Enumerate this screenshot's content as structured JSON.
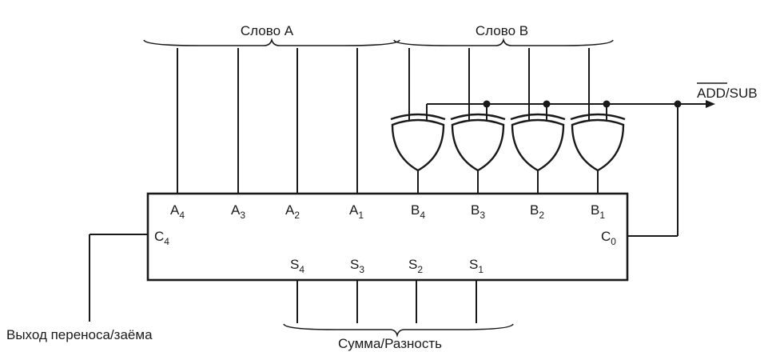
{
  "labels": {
    "word_a": "Слово A",
    "word_b": "Слово B",
    "control_add": "ADD",
    "control_sub": "/SUB",
    "carry_out": "Выход переноса/заёма",
    "sum_diff": "Сумма/Разность"
  },
  "pins": {
    "a": [
      {
        "base": "A",
        "sub": "4"
      },
      {
        "base": "A",
        "sub": "3"
      },
      {
        "base": "A",
        "sub": "2"
      },
      {
        "base": "A",
        "sub": "1"
      }
    ],
    "b": [
      {
        "base": "B",
        "sub": "4"
      },
      {
        "base": "B",
        "sub": "3"
      },
      {
        "base": "B",
        "sub": "2"
      },
      {
        "base": "B",
        "sub": "1"
      }
    ],
    "s": [
      {
        "base": "S",
        "sub": "4"
      },
      {
        "base": "S",
        "sub": "3"
      },
      {
        "base": "S",
        "sub": "2"
      },
      {
        "base": "S",
        "sub": "1"
      }
    ],
    "c4": {
      "base": "C",
      "sub": "4"
    },
    "c0": {
      "base": "C",
      "sub": "0"
    }
  }
}
